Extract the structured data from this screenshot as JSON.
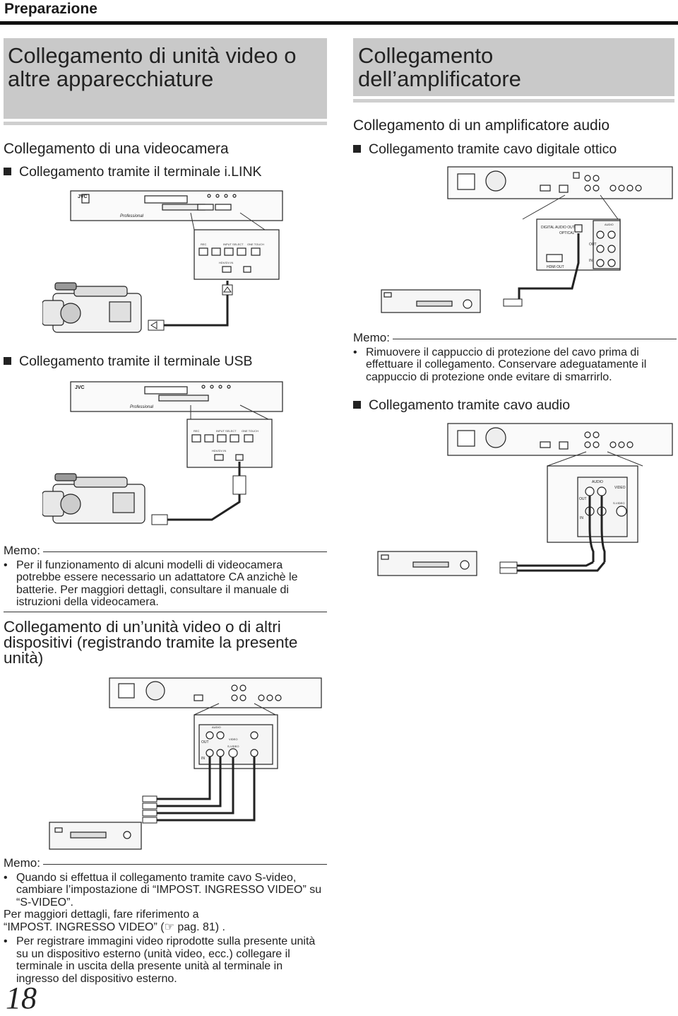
{
  "header": {
    "section": "Preparazione"
  },
  "left_title": "Collegamento di unità video o altre apparecchiature",
  "right_title": "Collegamento dell’amplificatore",
  "videocamera": {
    "heading": "Collegamento di una videocamera",
    "bullet_ilink": "Collegamento tramite il terminale i.LINK",
    "bullet_usb": "Collegamento tramite il terminale USB"
  },
  "amplifier": {
    "heading": "Collegamento di un amplificatore audio",
    "bullet_optical": "Collegamento tramite cavo digitale ottico",
    "bullet_audio": "Collegamento tramite cavo audio"
  },
  "memo_label": "Memo:",
  "memo_amp": [
    "Rimuovere il cappuccio di protezione del cavo prima di effettuare il collegamento. Conservare adeguatamente il cappuccio di protezione onde evitare di smarrirlo."
  ],
  "memo_cam": [
    "Per il funzionamento di alcuni modelli di videocamera potrebbe essere necessario un adattatore CA anzichè le batterie. Per maggiori dettagli, consultare il manuale di istruzioni della videocamera."
  ],
  "video_device": {
    "heading": "Collegamento di un’unità video o di altri dispositivi (registrando tramite la presente unità)"
  },
  "memo_video": {
    "item1": "Quando si effettua il collegamento tramite cavo S-video, cambiare l’impostazione di “IMPOST. INGRESSO VIDEO” su “S-VIDEO”.",
    "plain1": "Per maggiori dettagli, fare riferimento a",
    "plain2": "“IMPOST. INGRESSO VIDEO” (☞ pag. 81) .",
    "item2": "Per registrare immagini video riprodotte sulla presente unità su un dispositivo esterno (unità video, ecc.) collegare il terminale in uscita della presente unità al terminale in ingresso del dispositivo esterno."
  },
  "diagram_labels": {
    "digital_audio_out": "DIGITAL AUDIO OUT",
    "optical": "OPTICAL",
    "hdmi_out": "HDMI OUT",
    "audio": "AUDIO",
    "out": "OUT",
    "in": "IN",
    "video": "VIDEO",
    "s_video": "S-VIDEO",
    "hdv_dv_in": "HDV/DV IN",
    "jvc": "JVC",
    "professional": "Professional",
    "rec": "REC",
    "input_select": "INPUT SELECT",
    "one_touch": "ONE TOUCH"
  },
  "page_number": "18"
}
